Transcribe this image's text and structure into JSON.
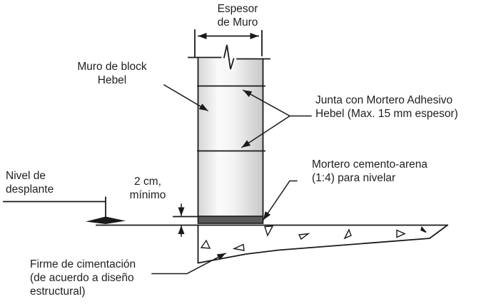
{
  "labels": {
    "wall_thickness": "Espesor\nde Muro",
    "wall": "Muro de block\nHebel",
    "joint": "Junta con Mortero Adhesivo\nHebel (Max. 15 mm espesor)",
    "level": "Nivel de\ndesplante",
    "min_gap": "2 cm,\nmínimo",
    "leveling_mortar": "Mortero cemento-arena\n(1:4) para nivelar",
    "foundation": "Firme de cimentación\n(de acuerdo a diseño\nestructural)"
  },
  "colors": {
    "line": "#1a1a1a",
    "text": "#1f1f1f",
    "mortar_fill": "#5a5a5a",
    "wall_shade_left": "#d9d9d9",
    "wall_highlight": "#fbfbfb",
    "wall_shade_right": "#c9c9c9",
    "background": "#ffffff"
  }
}
